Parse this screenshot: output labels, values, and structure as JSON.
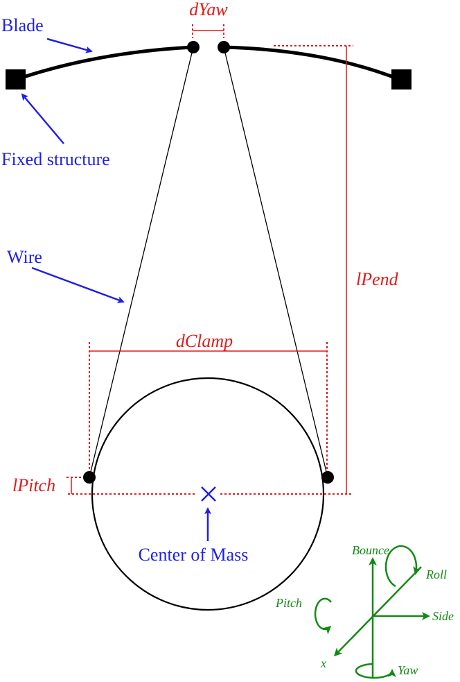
{
  "labels": {
    "blade": "Blade",
    "fixed_structure": "Fixed structure",
    "wire": "Wire",
    "center_of_mass": "Center of Mass"
  },
  "dimensions": {
    "dyaw": "dYaw",
    "lpend": "lPend",
    "dclamp": "dClamp",
    "lpitch": "lPitch"
  },
  "axes": {
    "bounce": "Bounce",
    "roll": "Roll",
    "pitch": "Pitch",
    "side": "Side",
    "x": "x",
    "yaw": "Yaw"
  },
  "colors": {
    "annotation": "#1f1fe6",
    "dimension": "#e01b1b",
    "axes": "#138a13",
    "structure": "#000000"
  }
}
